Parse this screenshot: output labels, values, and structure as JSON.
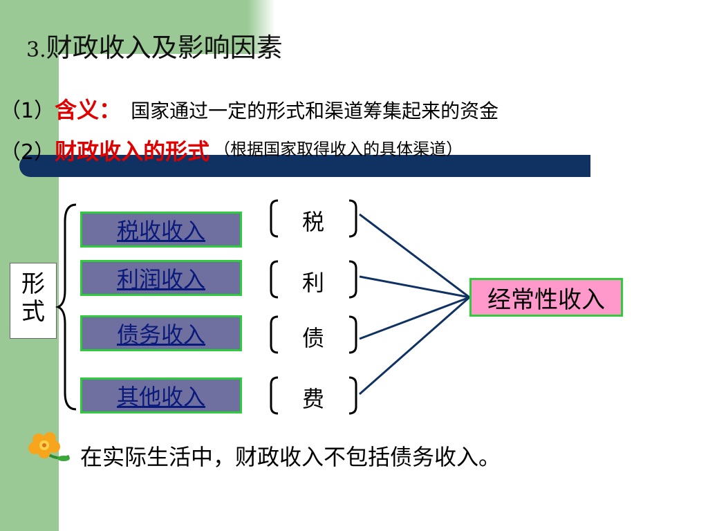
{
  "title": {
    "number": "3.",
    "text": "财政收入及影响因素"
  },
  "item1": {
    "index": "（1）",
    "label": "含义",
    "colon": "：",
    "definition": "国家通过一定的形式和渠道筹集起来的资金"
  },
  "item2": {
    "index": "（2）",
    "label": "财政收入的形式",
    "note": "（根据国家取得收入的具体渠道）"
  },
  "form_label": {
    "line1": "形",
    "line2": "式"
  },
  "forms": [
    "税收收入",
    "利润收入",
    "债务收入",
    "其他收入"
  ],
  "short_forms": [
    "税",
    "利",
    "债",
    "费"
  ],
  "regular_income": "经常性收入",
  "footer_note": "在实际生活中，财政收入不包括债务收入。",
  "colors": {
    "green_band": "#9bc995",
    "dark_bar": "#0f3263",
    "highlight_red": "#e00000",
    "form_box_fill": "#7070a0",
    "box_border_green": "#2ecc3b",
    "regular_fill": "#ff99cc",
    "connector_line": "#0f3263"
  }
}
